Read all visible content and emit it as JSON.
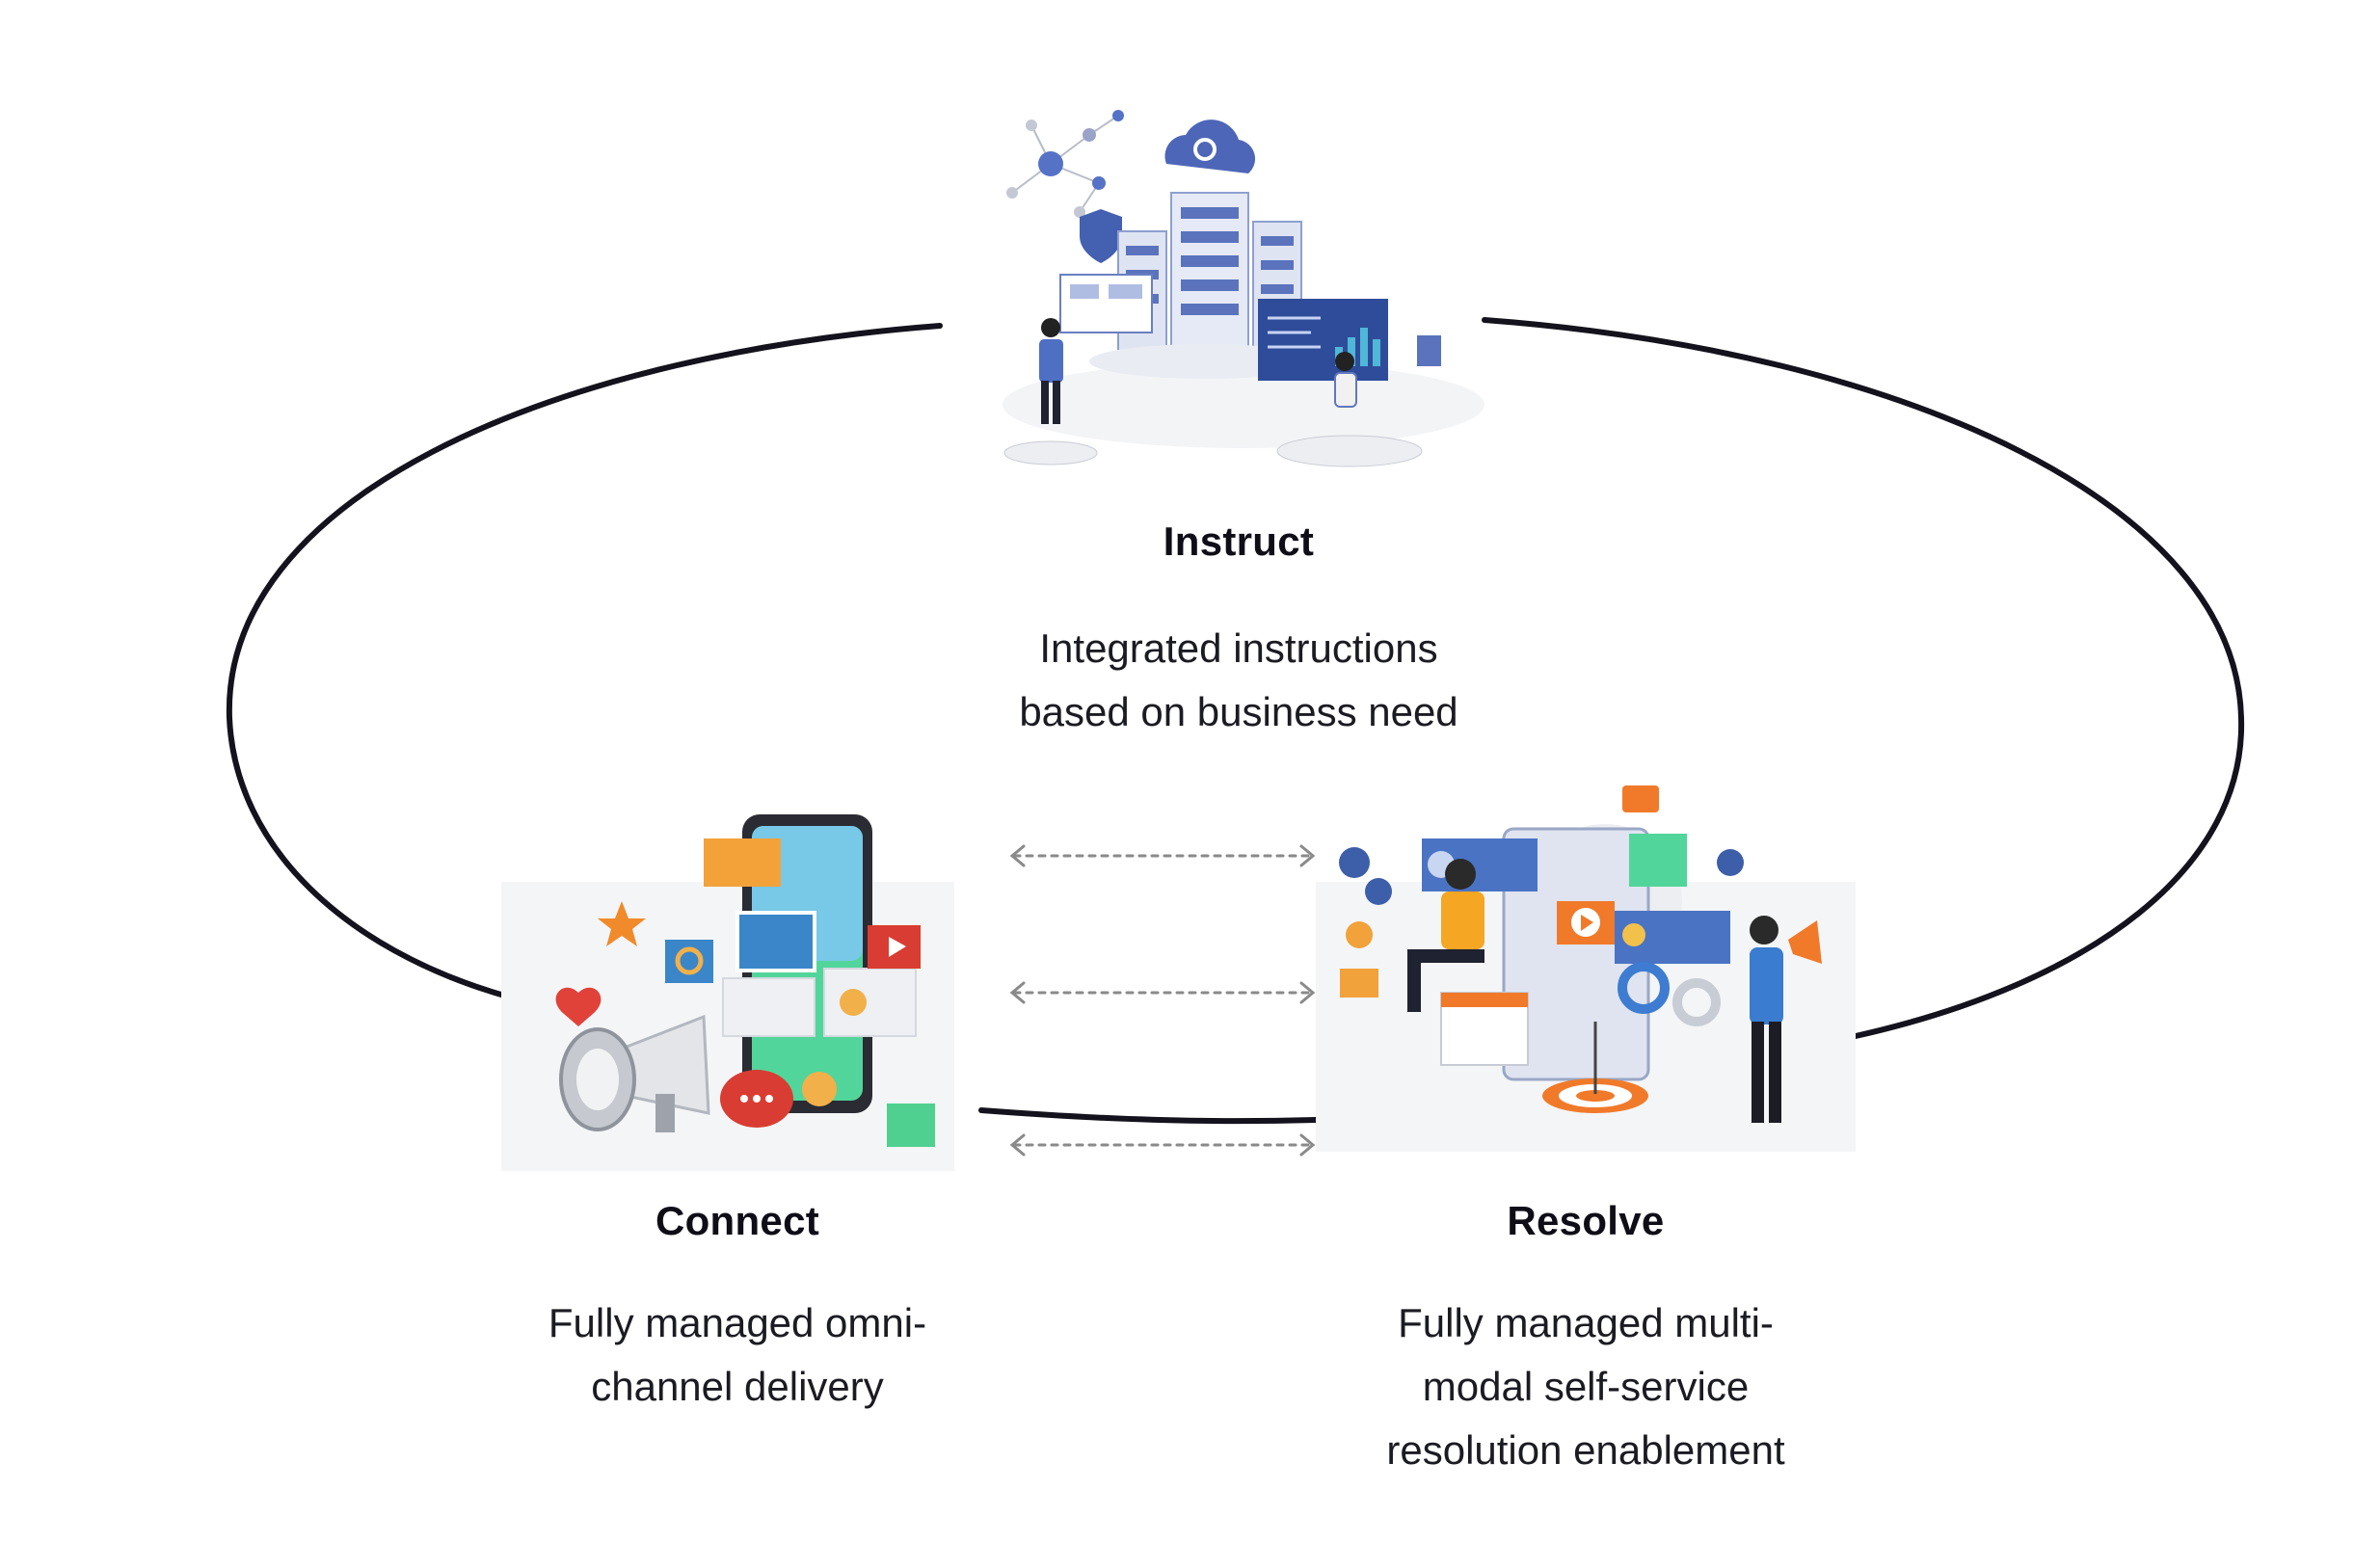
{
  "nodes": {
    "instruct": {
      "title": "Instruct",
      "desc_lines": [
        "Integrated instructions",
        "based on business need"
      ]
    },
    "connect": {
      "title": "Connect",
      "desc_lines": [
        "Fully managed omni-",
        "channel delivery"
      ]
    },
    "resolve": {
      "title": "Resolve",
      "desc_lines": [
        "Fully managed multi-",
        "modal self-service",
        "resolution enablement"
      ]
    }
  },
  "icons": {
    "instruct": "data-center-illustration",
    "connect": "smartphone-megaphone-illustration",
    "resolve": "social-marketing-illustration"
  },
  "colors": {
    "cycle_line": "#14121c",
    "arrow": "#8a8a8a",
    "accent_blue": "#3c5ea8",
    "accent_orange": "#f07a2a",
    "accent_green": "#4cd08a"
  }
}
